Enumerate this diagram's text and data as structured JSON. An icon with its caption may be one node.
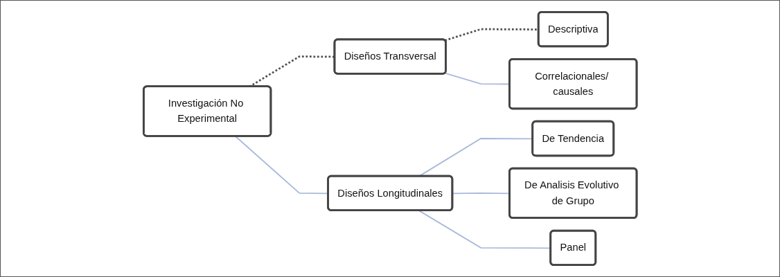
{
  "diagram": {
    "nodes": [
      {
        "text": [
          "Investigación No Experimental"
        ]
      },
      {
        "text": [
          "Diseños Transversal"
        ]
      },
      {
        "text": [
          "Descriptiva"
        ]
      },
      {
        "text": [
          "Correlacionales/ causales"
        ]
      },
      {
        "text": [
          "Diseños Longitudinales"
        ]
      },
      {
        "text": [
          "De Tendencia"
        ]
      },
      {
        "text": [
          "De Analisis Evolutivo de Grupo"
        ]
      },
      {
        "text": [
          "Panel"
        ]
      }
    ],
    "edges": [
      {
        "from": 0,
        "to": 1,
        "arrow": "none",
        "style": "dashed",
        "color": "#505050"
      },
      {
        "from": 0,
        "to": 4,
        "arrow": "none"
      },
      {
        "from": 1,
        "to": 2,
        "arrow": "none",
        "style": "dashed",
        "color": "#505050"
      },
      {
        "from": 1,
        "to": 3,
        "arrow": "none"
      },
      {
        "from": 4,
        "to": 5,
        "arrow": "none"
      },
      {
        "from": 4,
        "to": 6,
        "arrow": "none"
      },
      {
        "from": 4,
        "to": 7,
        "arrow": "none"
      }
    ]
  }
}
